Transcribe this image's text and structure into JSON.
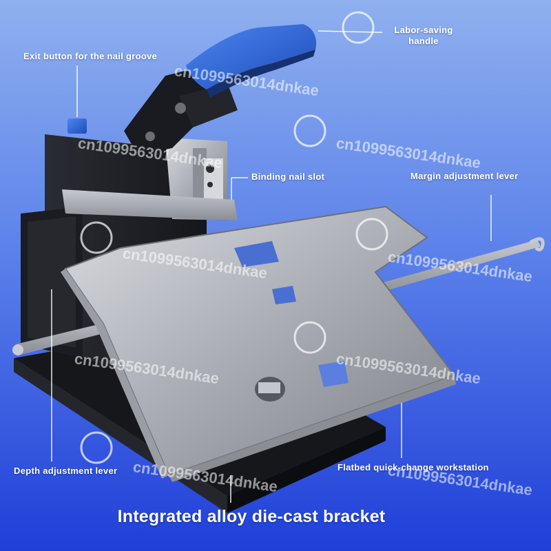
{
  "labels": {
    "handle": "Labor-saving handle",
    "exit_button": "Exit button for the nail groove",
    "nail_slot": "Binding nail slot",
    "margin_lever": "Margin adjustment lever",
    "depth_lever": "Depth adjustment lever",
    "flatbed": "Flatbed quick-change workstation",
    "bracket": "Integrated alloy die-cast bracket"
  },
  "watermark": "cn1099563014dnkae",
  "colors": {
    "background_top": "#8fb0ee",
    "background_bottom": "#1f3fd8",
    "handle_blue": "#2e63d6",
    "body_black": "#1c1d22",
    "steel": "#b9bcc2"
  }
}
